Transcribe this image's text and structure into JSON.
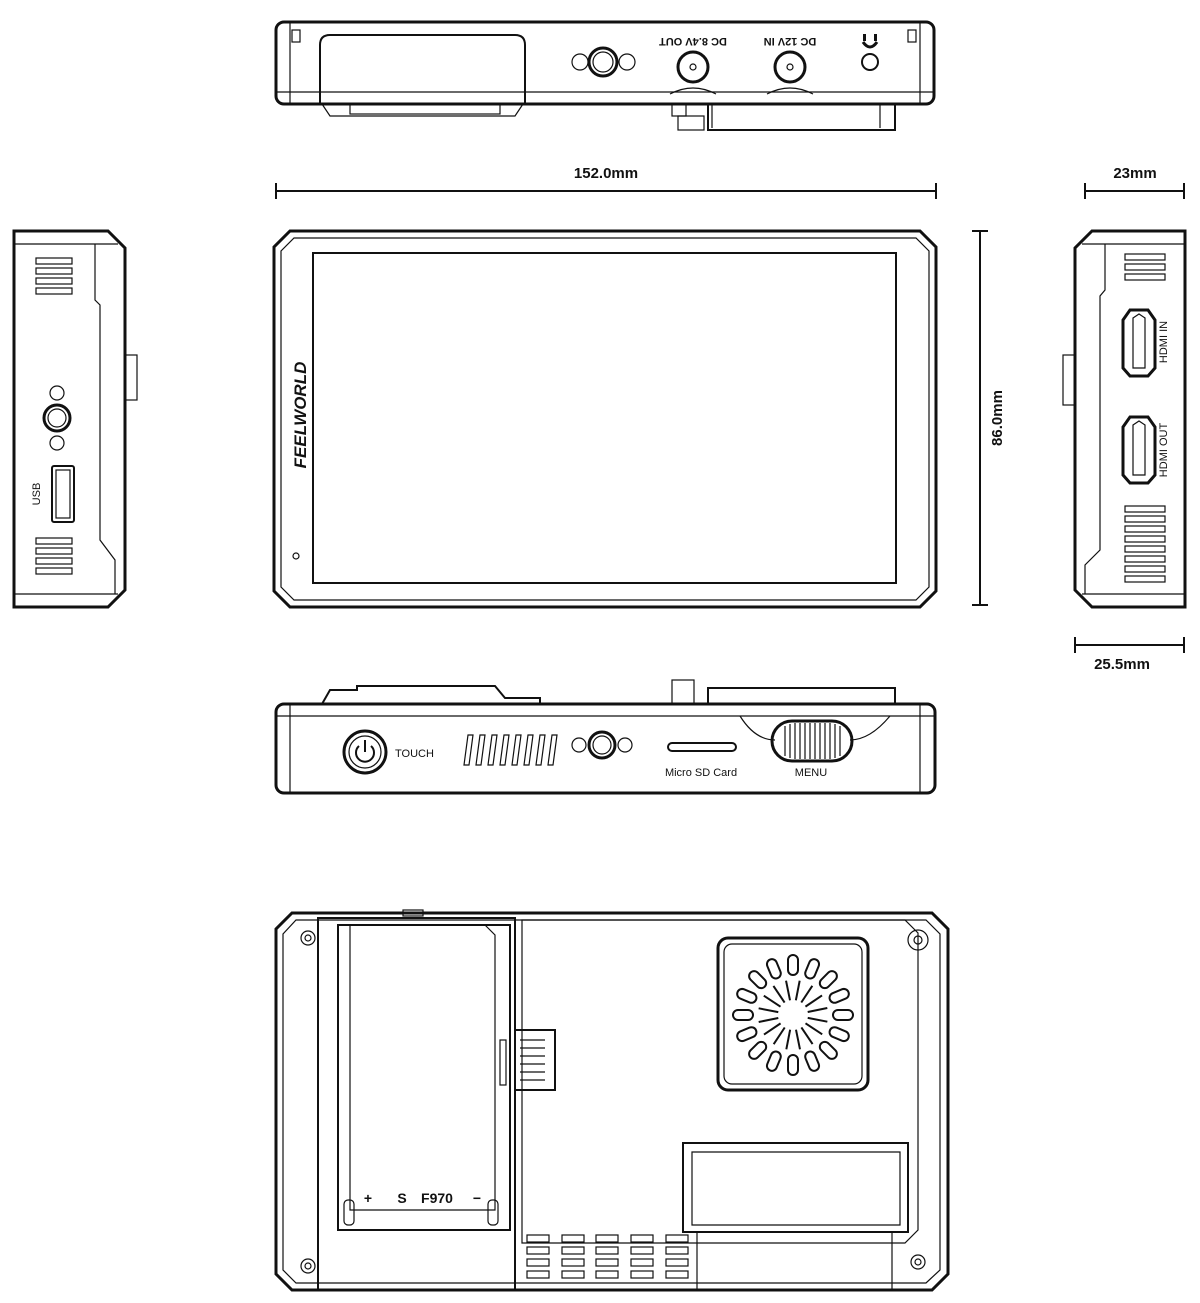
{
  "views": {
    "top": {
      "ports": [
        "DC 8.4V OUT",
        "DC 12V IN"
      ],
      "headphone_icon": "headphone-icon"
    },
    "front": {
      "logo": "FEELWORLD"
    },
    "left": {
      "port": "USB"
    },
    "right": {
      "ports": [
        "HDMI IN",
        "HDMI OUT"
      ]
    },
    "bottom": {
      "button_label": "TOUCH",
      "slot_label": "Micro SD Card",
      "wheel_label": "MENU"
    },
    "back": {
      "battery_labels": [
        "+",
        "S",
        "F970",
        "−"
      ]
    }
  },
  "dimensions": {
    "width": "152.0mm",
    "height": "86.0mm",
    "depth": "23mm",
    "depth_max": "25.5mm"
  }
}
